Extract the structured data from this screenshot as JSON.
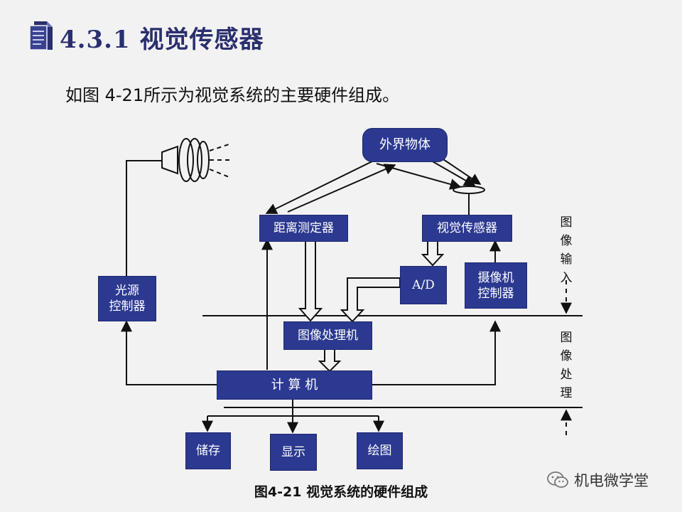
{
  "slide": {
    "title": "4.3.1 视觉传感器",
    "intro": "如图 4-21所示为视觉系统的主要硬件组成。",
    "caption": "图4-21 视觉系统的硬件组成",
    "watermark": "机电微学堂"
  },
  "diagram": {
    "nodes": {
      "object": "外界物体",
      "rangefinder": "距离测定器",
      "visual_sensor": "视觉传感器",
      "ad": "A/D",
      "camera_ctrl": "摄像机\n控制器",
      "light_ctrl": "光源\n控制器",
      "image_proc": "图像处理机",
      "computer": "计 算 机",
      "storage": "储存",
      "display": "显示",
      "plot": "绘图"
    },
    "zones": {
      "input": "图像输入",
      "processing": "图像处理"
    }
  },
  "colors": {
    "box": "#2b3990",
    "title": "#2a2f6e"
  }
}
